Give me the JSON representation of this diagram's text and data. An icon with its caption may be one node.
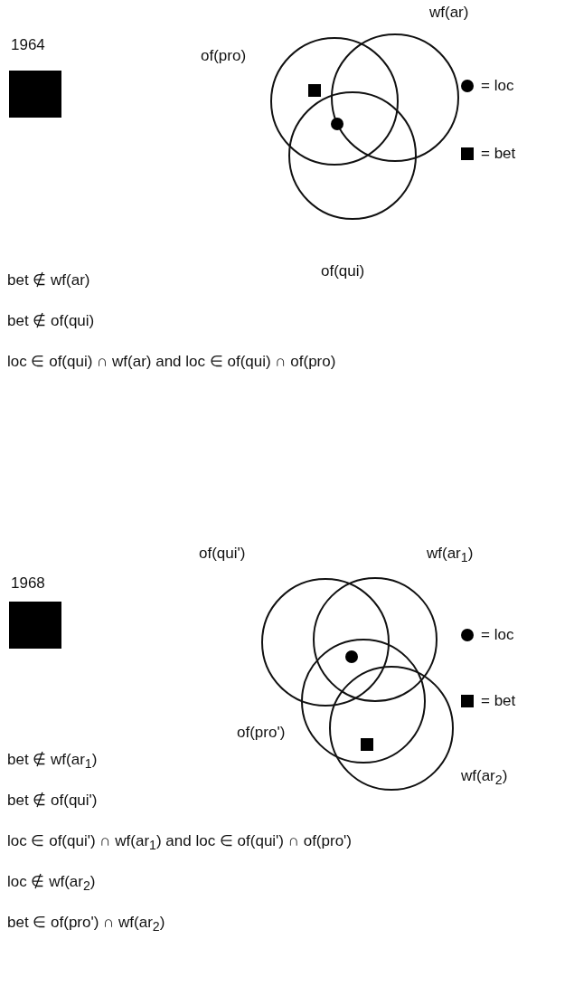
{
  "diagram": {
    "nodes": [
      {
        "text": [
          "of(pro)"
        ]
      },
      {
        "text": [
          "wf(ar)"
        ]
      },
      {
        "text": [
          "of(qui)"
        ]
      },
      {
        "text": [
          "of(qui')"
        ]
      },
      {
        "text": [
          "wf(ar$_{1}$)"
        ]
      },
      {
        "text": [
          "of(pro')"
        ]
      },
      {
        "text": [
          "wf(ar$_{2}$)"
        ]
      }
    ],
    "labels": [
      "1964",
      "bet ∉ wf(ar)",
      "bet ∉ of(qui)",
      "loc ∈ of(qui) ∩ wf(ar) and loc ∈ of(qui) ∩ of(pro)",
      "1968",
      "bet ∉ wf(ar$_{1}$)",
      "bet ∉ of(qui')",
      "loc ∈ of(qui') ∩ wf(ar$_{1}$) and loc ∈ of(qui') ∩ of(pro')",
      "loc ∉ wf(ar$_{2}$)",
      "bet ∈ of(pro') ∩ wf(ar$_{2}$)"
    ],
    "legend": [
      {
        "text": "= loc"
      },
      {
        "text": "= bet"
      },
      {
        "text": "= loc"
      },
      {
        "text": "= bet"
      }
    ]
  }
}
